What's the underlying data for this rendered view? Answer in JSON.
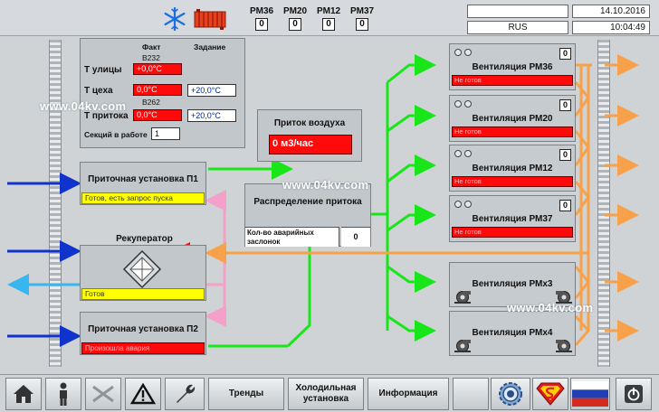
{
  "top": {
    "pm": [
      {
        "label": "PM36",
        "value": "0"
      },
      {
        "label": "PM20",
        "value": "0"
      },
      {
        "label": "PM12",
        "value": "0"
      },
      {
        "label": "PM37",
        "value": "0"
      }
    ],
    "lang": "RUS",
    "date": "14.10.2016",
    "time": "10:04:49"
  },
  "temps": {
    "col_fact": "Факт",
    "col_task": "Задание",
    "tag1": "B232",
    "tag2": "B262",
    "outside_label": "Т улицы",
    "outside_value": "+0,0°C",
    "shop_label": "Т цеха",
    "shop_value": "0,0°C",
    "shop_set": "+20,0°C",
    "supply_label": "Т притока",
    "supply_value": "0,0°C",
    "supply_set": "+20,0°C",
    "sections_label": "Секций в работе",
    "sections_value": "1"
  },
  "airflow": {
    "title": "Приток воздуха",
    "value": "0 м3/час"
  },
  "distribution": {
    "title": "Распределение притока",
    "alarm_label": "Кол-во аварийных заслонок",
    "alarm_value": "0"
  },
  "units": {
    "p1_title": "Приточная установка П1",
    "p1_status": "Готов, есть запрос пуска",
    "recup_title": "Рекуператор",
    "recup_status": "Готов",
    "p2_title": "Приточная установка П2",
    "p2_status": "Произошла авария"
  },
  "vents": [
    {
      "name": "Вентиляция РМ36",
      "num": "0",
      "status": "Не готов"
    },
    {
      "name": "Вентиляция РМ20",
      "num": "0",
      "status": "Не готов"
    },
    {
      "name": "Вентиляция РМ12",
      "num": "0",
      "status": "Не готов"
    },
    {
      "name": "Вентиляция РМ37",
      "num": "0",
      "status": "Не готов"
    }
  ],
  "ventsx": [
    {
      "name": "Вентиляция РМх3"
    },
    {
      "name": "Вентиляция РМх4"
    }
  ],
  "watermark": "www.04kv.com",
  "bottom": {
    "trends": "Тренды",
    "cooling": "Холодильная установка",
    "info": "Информация"
  },
  "colors": {
    "green": "#19e619",
    "orange": "#f7a24a",
    "blue": "#1033cc",
    "cyan": "#37b6f0",
    "red": "#ee1111",
    "pink": "#f5a0c8"
  }
}
